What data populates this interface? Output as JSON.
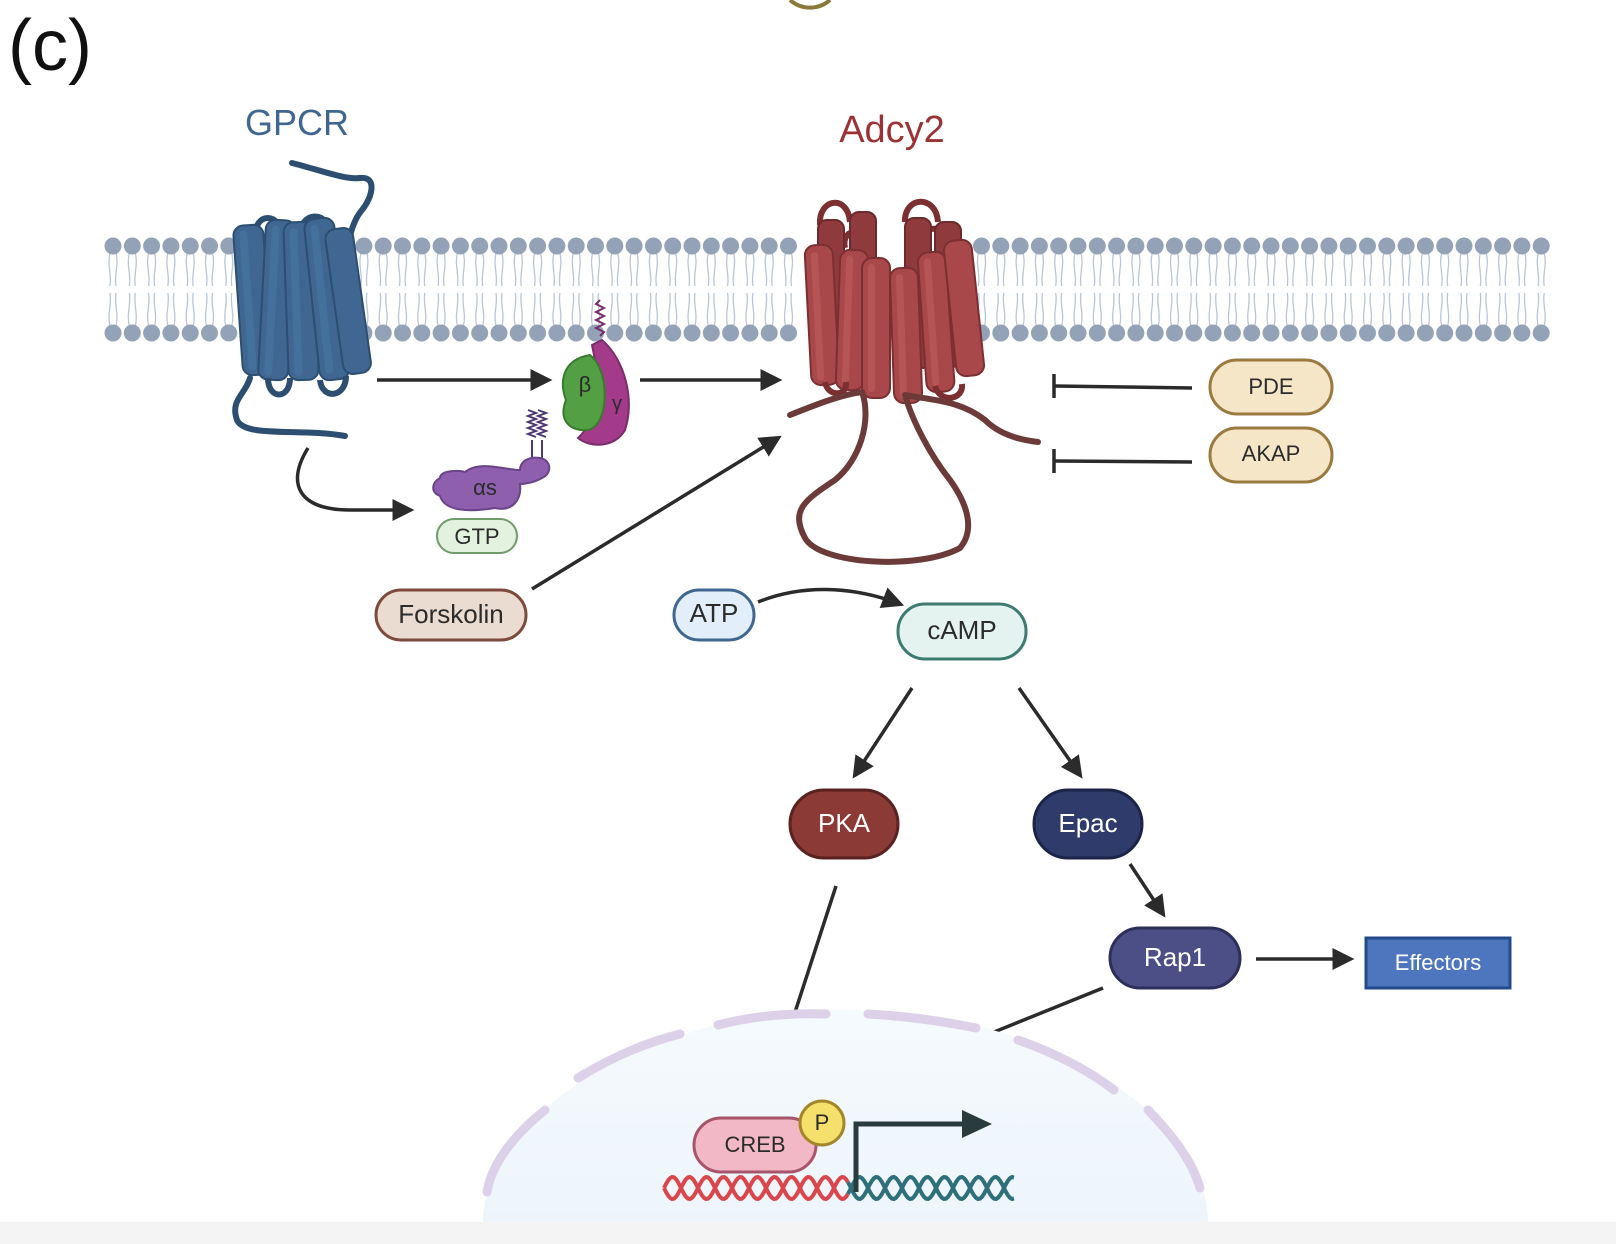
{
  "panel_label": "(c)",
  "labels": {
    "gpcr": "GPCR",
    "adcy2": "Adcy2",
    "beta": "β",
    "gamma": "γ",
    "alpha_s": "αs",
    "gtp": "GTP",
    "forskolin": "Forskolin",
    "atp": "ATP",
    "camp": "cAMP",
    "pde": "PDE",
    "akap": "AKAP",
    "pka": "PKA",
    "epac": "Epac",
    "rap1": "Rap1",
    "effectors": "Effectors",
    "creb": "CREB",
    "phospho": "P"
  },
  "colors": {
    "gpcr": "#3f6791",
    "gpcr_dark": "#2c4e70",
    "adcy2": "#a9484a",
    "adcy2_dark": "#7c2f31",
    "adcy2_loop": "#6d3a3a",
    "membrane_head": "#94a2b8",
    "membrane_tail": "#b9c6d8",
    "beta": "#52a043",
    "gamma": "#a33b8a",
    "alpha_s": "#8d5fad",
    "gtp_fill": "#e3f1df",
    "forskolin_fill": "#eadcd0",
    "forskolin_stroke": "#7d4a3c",
    "atp_fill": "#e3eefb",
    "atp_stroke": "#3f6791",
    "camp_fill": "#e4f3f0",
    "camp_stroke": "#3d7a70",
    "pde_fill": "#f5e6c7",
    "pde_stroke": "#9b7a40",
    "pka_fill": "#8c3a36",
    "epac_fill": "#2f3b6b",
    "rap1_fill": "#4c4f86",
    "effectors_fill": "#4d76bf",
    "effectors_stroke": "#234a8b",
    "creb_fill": "#f2b8c6",
    "creb_stroke": "#a8546a",
    "phospho_fill": "#f4e06a",
    "nucleus_fill": "#f2f8fc",
    "nucleus_envelope": "#ddd1ea",
    "dna_red": "#d9474d",
    "dna_teal": "#2d6f7a",
    "arrow": "#2b2b2b"
  }
}
